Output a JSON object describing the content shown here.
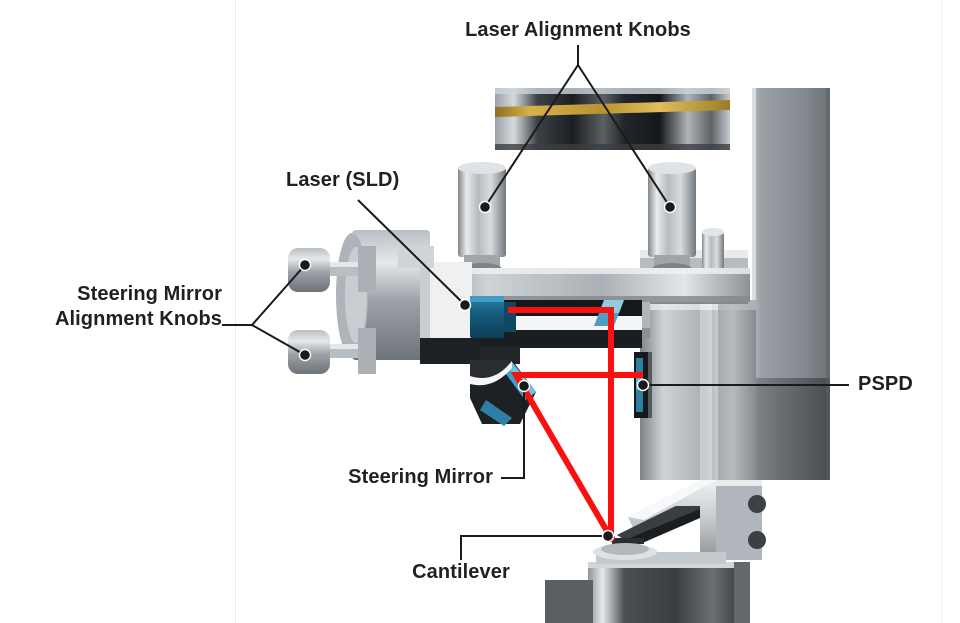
{
  "diagram": {
    "title": "AFM optical beam deflection head cutaway",
    "background_color": "#ffffff",
    "beam_color": "#fb0f0f",
    "label_color": "#231f20",
    "labels": [
      {
        "id": "laser-alignment-knobs",
        "text": "Laser Alignment Knobs",
        "lines": [
          "Laser Alignment Knobs"
        ],
        "position": "top-center"
      },
      {
        "id": "laser-sld",
        "text": "Laser (SLD)",
        "lines": [
          "Laser (SLD)"
        ],
        "position": "upper-left"
      },
      {
        "id": "steering-mirror-alignment-knobs",
        "text": "Steering Mirror Alignment Knobs",
        "lines": [
          "Steering Mirror",
          "Alignment Knobs"
        ],
        "position": "left"
      },
      {
        "id": "steering-mirror",
        "text": "Steering Mirror",
        "lines": [
          "Steering Mirror"
        ],
        "position": "bottom-left"
      },
      {
        "id": "cantilever",
        "text": "Cantilever",
        "lines": [
          "Cantilever"
        ],
        "position": "bottom-center"
      },
      {
        "id": "pspd",
        "text": "PSPD",
        "lines": [
          "PSPD"
        ],
        "position": "right"
      }
    ],
    "beam_path": {
      "description": "Laser beam from SLD travels right, reflects down at fold mirror, strikes cantilever, reflects up-left to steering mirror, then right to PSPD",
      "segments": [
        "laser-exit-to-fold-mirror",
        "fold-mirror-down-to-cantilever",
        "cantilever-up-to-steering-mirror",
        "steering-mirror-right-to-pspd"
      ]
    },
    "components": [
      {
        "id": "gold-band-cylinder",
        "name": "Scanner cylinder with gold band",
        "accent": "#c9a227"
      },
      {
        "id": "laser-alignment-knob-left",
        "name": "Laser alignment knob (left)"
      },
      {
        "id": "laser-alignment-knob-right",
        "name": "Laser alignment knob (right)"
      },
      {
        "id": "steering-knob-upper",
        "name": "Steering mirror alignment knob (upper)"
      },
      {
        "id": "steering-knob-lower",
        "name": "Steering mirror alignment knob (lower)"
      },
      {
        "id": "laser-sld-body",
        "name": "Laser (SLD) housing",
        "accent": "#1d6f96"
      },
      {
        "id": "steering-mirror-block",
        "name": "Steering mirror",
        "accent": "#2e7fa6"
      },
      {
        "id": "fold-mirror",
        "name": "Fold mirror",
        "accent": "#4e9ec4"
      },
      {
        "id": "pspd-detector",
        "name": "Position sensitive photo detector",
        "accent": "#18praise"
      },
      {
        "id": "cantilever-holder",
        "name": "Cantilever holder arm"
      },
      {
        "id": "sample-stage",
        "name": "Sample stage"
      },
      {
        "id": "support-column",
        "name": "Support column"
      }
    ]
  }
}
